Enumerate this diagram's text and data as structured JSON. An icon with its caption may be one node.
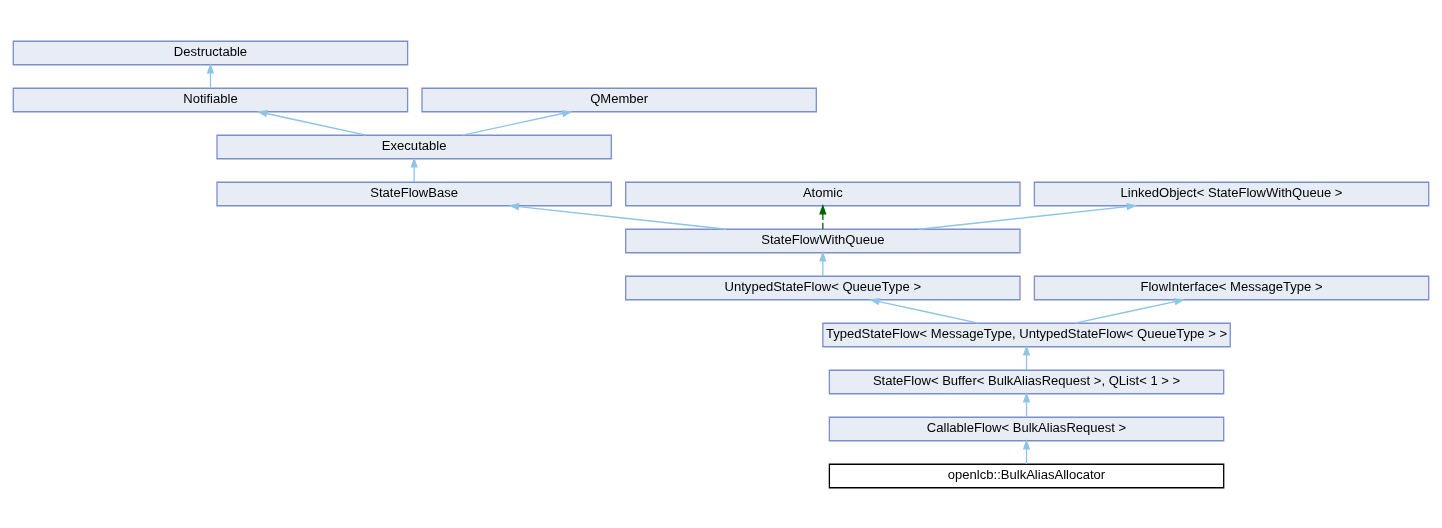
{
  "diagram": {
    "nodes": [
      {
        "text": [
          "Destructable"
        ]
      },
      {
        "text": [
          "Notifiable"
        ]
      },
      {
        "text": [
          "QMember"
        ]
      },
      {
        "text": [
          "Executable"
        ]
      },
      {
        "text": [
          "StateFlowBase"
        ]
      },
      {
        "text": [
          "Atomic"
        ]
      },
      {
        "text": [
          "LinkedObject< StateFlowWithQueue >"
        ]
      },
      {
        "text": [
          "StateFlowWithQueue"
        ]
      },
      {
        "text": [
          "UntypedStateFlow< QueueType >"
        ]
      },
      {
        "text": [
          "FlowInterface< MessageType >"
        ]
      },
      {
        "text": [
          "TypedStateFlow< MessageType, UntypedStateFlow< QueueType > >"
        ]
      },
      {
        "text": [
          "StateFlow< Buffer< BulkAliasRequest >, QList< 1 > >"
        ]
      },
      {
        "text": [
          "CallableFlow< BulkAliasRequest >"
        ]
      },
      {
        "text": [
          "openlcb::BulkAliasAllocator"
        ]
      }
    ],
    "edges": [
      {
        "from": 1,
        "to": 0,
        "arrow": "to"
      },
      {
        "from": 3,
        "to": 1,
        "arrow": "to"
      },
      {
        "from": 3,
        "to": 2,
        "arrow": "to"
      },
      {
        "from": 4,
        "to": 3,
        "arrow": "to"
      },
      {
        "from": 7,
        "to": 4,
        "arrow": "to"
      },
      {
        "from": 7,
        "to": 5,
        "arrow": "to",
        "style": "dashed",
        "color": "#006400"
      },
      {
        "from": 7,
        "to": 6,
        "arrow": "to"
      },
      {
        "from": 8,
        "to": 7,
        "arrow": "to"
      },
      {
        "from": 10,
        "to": 8,
        "arrow": "to"
      },
      {
        "from": 10,
        "to": 9,
        "arrow": "to"
      },
      {
        "from": 11,
        "to": 10,
        "arrow": "to"
      },
      {
        "from": 12,
        "to": 11,
        "arrow": "to"
      },
      {
        "from": 13,
        "to": 12,
        "arrow": "to"
      }
    ]
  }
}
